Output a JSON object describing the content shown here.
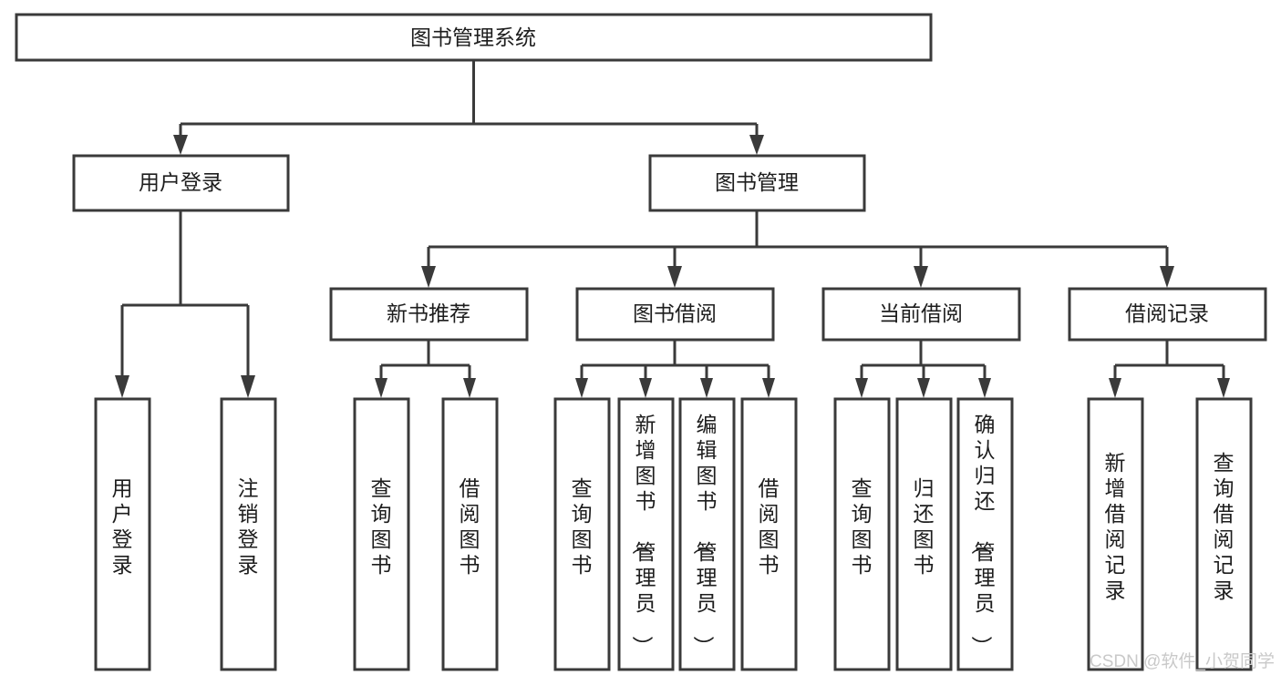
{
  "diagram": {
    "title": "图书管理系统",
    "type": "tree-hierarchy-chart",
    "root": {
      "id": "root",
      "label": "图书管理系统"
    },
    "level2": [
      {
        "id": "user-login",
        "label": "用户登录"
      },
      {
        "id": "book-management",
        "label": "图书管理"
      }
    ],
    "level3": [
      {
        "id": "new-book-recommend",
        "label": "新书推荐"
      },
      {
        "id": "book-borrow",
        "label": "图书借阅"
      },
      {
        "id": "current-borrow",
        "label": "当前借阅"
      },
      {
        "id": "borrow-record",
        "label": "借阅记录"
      }
    ],
    "leaves": [
      {
        "id": "leaf-user-login",
        "label": "用户登录"
      },
      {
        "id": "leaf-logout-login",
        "label": "注销登录"
      },
      {
        "id": "leaf-query-book-1",
        "label": "查询图书"
      },
      {
        "id": "leaf-borrow-book-1",
        "label": "借阅图书"
      },
      {
        "id": "leaf-query-book-2",
        "label": "查询图书"
      },
      {
        "id": "leaf-add-book-admin",
        "label": "新增图书（管理员）"
      },
      {
        "id": "leaf-edit-book-admin",
        "label": "编辑图书（管理员）"
      },
      {
        "id": "leaf-borrow-book-2",
        "label": "借阅图书"
      },
      {
        "id": "leaf-query-book-3",
        "label": "查询图书"
      },
      {
        "id": "leaf-return-book",
        "label": "归还图书"
      },
      {
        "id": "leaf-confirm-return-admin",
        "label": "确认归还（管理员）"
      },
      {
        "id": "leaf-add-borrow-record",
        "label": "新增借阅记录"
      },
      {
        "id": "leaf-query-borrow-record",
        "label": "查询借阅记录"
      }
    ],
    "colors": {
      "box_fill": "#ffffff",
      "box_stroke": "#3a3a3a",
      "connector": "#3a3a3a",
      "text": "#1d1d1d",
      "watermark": "#c9c9c9",
      "background": "#ffffff"
    }
  },
  "watermark": {
    "text": "CSDN @软件_小贺同学"
  }
}
